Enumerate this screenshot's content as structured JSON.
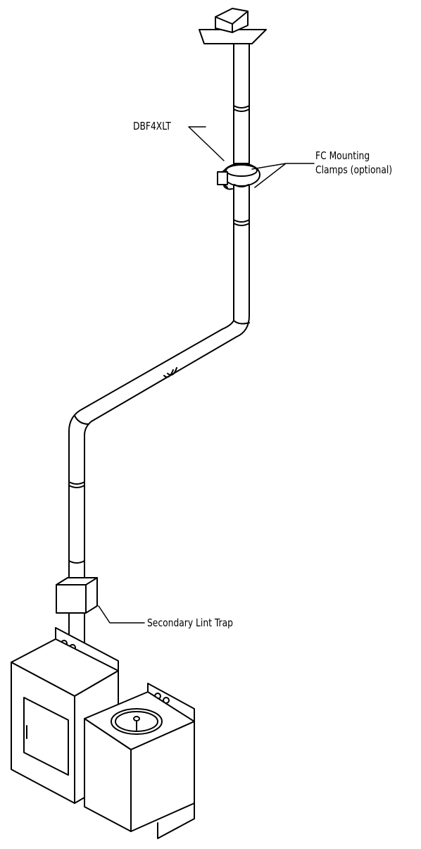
{
  "labels": {
    "fan": "DBF4XLT",
    "clamps_line1": "FC Mounting",
    "clamps_line2": "Clamps (optional)",
    "lint_trap": "Secondary Lint Trap"
  },
  "colors": {
    "line": "#000000",
    "background": "#ffffff"
  }
}
